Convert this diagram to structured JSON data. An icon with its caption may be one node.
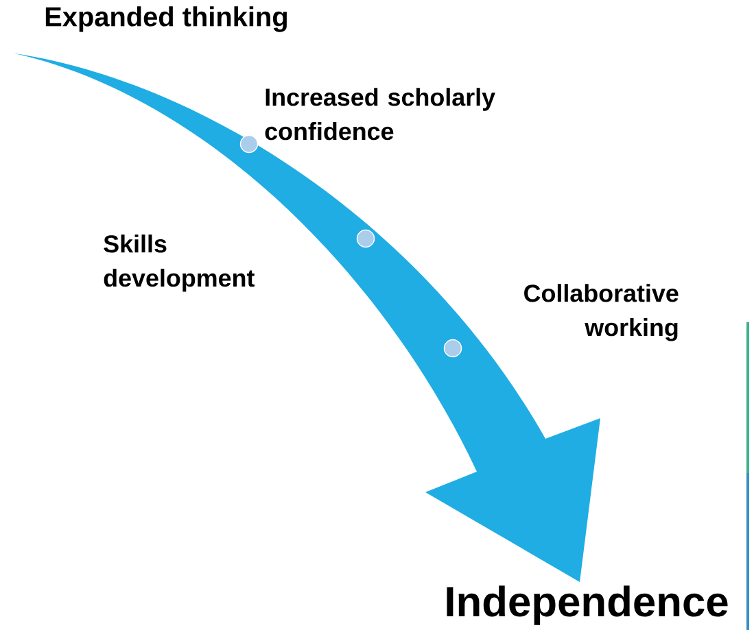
{
  "diagram": {
    "nodes": [
      {
        "text": [
          "Expanded thinking"
        ]
      },
      {
        "text": [],
        "shape": "circle"
      },
      {
        "text": [],
        "shape": "circle"
      },
      {
        "text": [],
        "shape": "circle"
      },
      {
        "text": [
          "Independence"
        ]
      }
    ],
    "edges": [
      {
        "from": 0,
        "to": 4,
        "arrow": "to",
        "style": "thick"
      }
    ],
    "labels": [
      "Increased scholarly confidence",
      "Skills development",
      "Collaborative working"
    ]
  }
}
